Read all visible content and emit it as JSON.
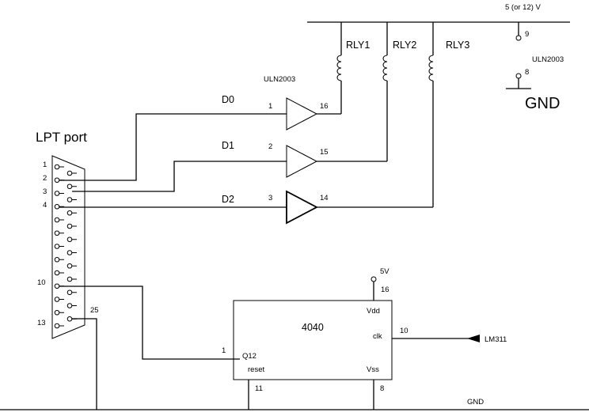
{
  "title": "LPT port",
  "supply": {
    "label": "5 (or 12) V",
    "pin_top": "9",
    "pin_bottom": "8",
    "chip": "ULN2003",
    "ground": "GND"
  },
  "uln_label": "ULN2003",
  "relays": [
    {
      "name": "RLY1"
    },
    {
      "name": "RLY2"
    },
    {
      "name": "RLY3"
    }
  ],
  "drivers": [
    {
      "signal": "D0",
      "in_pin": "1",
      "out_pin": "16"
    },
    {
      "signal": "D1",
      "in_pin": "2",
      "out_pin": "15"
    },
    {
      "signal": "D2",
      "in_pin": "3",
      "out_pin": "14"
    }
  ],
  "lpt_pins": {
    "p1": "1",
    "p2": "2",
    "p3": "3",
    "p4": "4",
    "p10": "10",
    "p13": "13",
    "p25": "25"
  },
  "counter": {
    "name": "4040",
    "vdd": "Vdd",
    "vss": "Vss",
    "clk": "clk",
    "q12": "Q12",
    "reset": "reset",
    "pin_vdd": "16",
    "pin_clk": "10",
    "pin_q12": "1",
    "pin_reset": "11",
    "pin_vss": "8",
    "supply": "5V",
    "clk_source": "LM311"
  },
  "ground": "GND"
}
